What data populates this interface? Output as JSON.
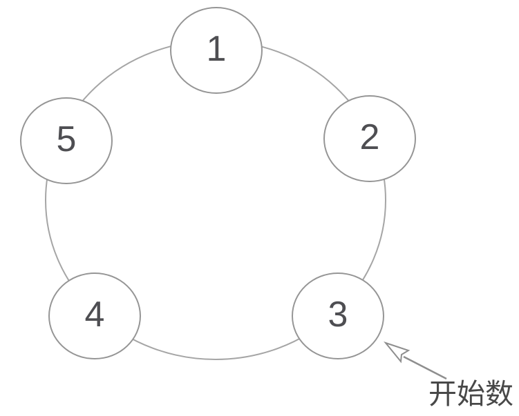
{
  "diagram": {
    "nodes": [
      {
        "label": "1"
      },
      {
        "label": "2"
      },
      {
        "label": "3"
      },
      {
        "label": "4"
      },
      {
        "label": "5"
      }
    ],
    "annotation": {
      "label": "开始数",
      "points_to_node": "3"
    }
  },
  "colors": {
    "background": "#ffffff",
    "line": "#a5a5a5",
    "node_border": "#959595",
    "arrow": "#8e8e8e",
    "number": "#4e4e52",
    "label": "#484848"
  }
}
